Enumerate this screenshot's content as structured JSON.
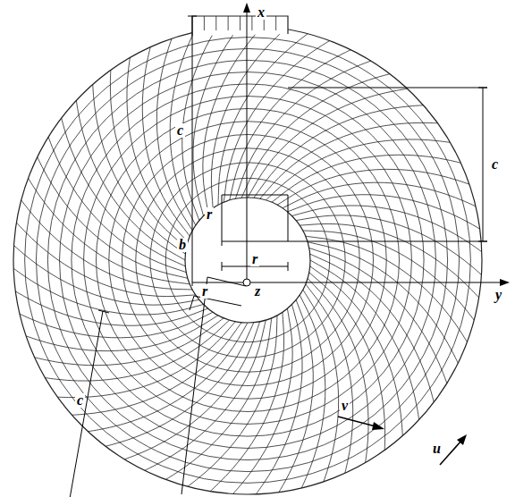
{
  "diagram": {
    "labels": [
      "x",
      "c",
      "c",
      "r",
      "r",
      "b",
      "y",
      "z",
      "r",
      "c",
      "v",
      "u"
    ]
  }
}
